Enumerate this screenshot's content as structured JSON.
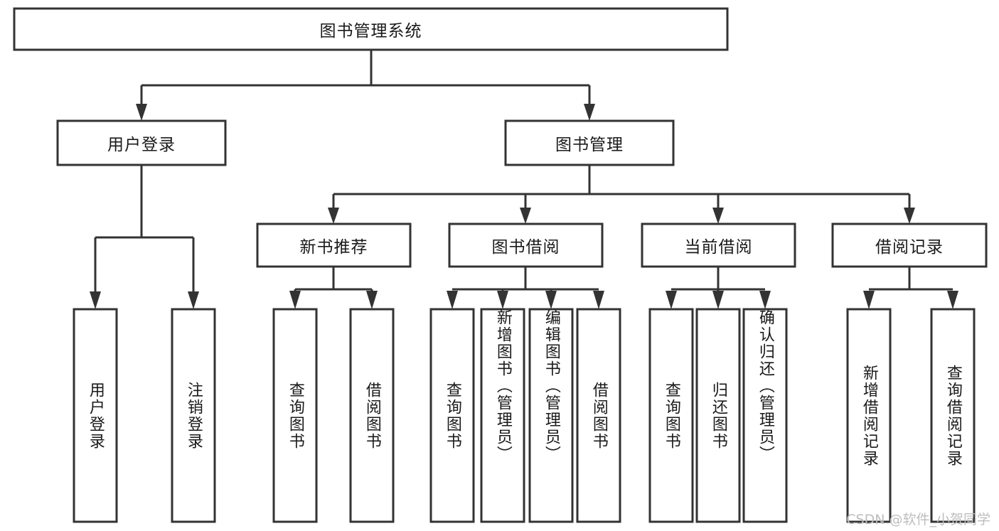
{
  "diagram": {
    "title": "图书管理系统",
    "watermark": "CSDN @软件_小贺同学",
    "colors": {
      "box_stroke": "#333333",
      "box_fill": "#ffffff",
      "text": "#1a1a1a",
      "line": "#333333",
      "watermark": "#bdbdbd",
      "background": "#ffffff"
    },
    "levels": {
      "level1": [
        "图书管理系统"
      ],
      "level2": [
        "用户登录",
        "图书管理"
      ],
      "level3": [
        "新书推荐",
        "图书借阅",
        "当前借阅",
        "借阅记录"
      ],
      "level4": [
        "用户登录",
        "注销登录",
        "查询图书",
        "借阅图书",
        "查询图书",
        "新增图书（管理员）",
        "编辑图书（管理员）",
        "借阅图书",
        "查询图书",
        "归还图书",
        "确认归还（管理员）",
        "新增借阅记录",
        "查询借阅记录"
      ]
    },
    "nodes": {
      "root": {
        "label": "图书管理系统"
      },
      "user_login": {
        "label": "用户登录"
      },
      "book_mgmt": {
        "label": "图书管理"
      },
      "new_book_rec": {
        "label": "新书推荐"
      },
      "book_borrow": {
        "label": "图书借阅"
      },
      "current_borrow": {
        "label": "当前借阅"
      },
      "borrow_record": {
        "label": "借阅记录"
      },
      "leaf_user_login": {
        "label": "用户登录"
      },
      "leaf_logout": {
        "label": "注销登录"
      },
      "leaf_query_book_1": {
        "label": "查询图书"
      },
      "leaf_borrow_book_1": {
        "label": "借阅图书"
      },
      "leaf_query_book_2": {
        "label": "查询图书"
      },
      "leaf_add_book": {
        "label": "新增图书（管理员）"
      },
      "leaf_edit_book": {
        "label": "编辑图书（管理员）"
      },
      "leaf_borrow_book_2": {
        "label": "借阅图书"
      },
      "leaf_query_book_3": {
        "label": "查询图书"
      },
      "leaf_return_book": {
        "label": "归还图书"
      },
      "leaf_confirm_return": {
        "label": "确认归还（管理员）"
      },
      "leaf_add_record": {
        "label": "新增借阅记录"
      },
      "leaf_query_record": {
        "label": "查询借阅记录"
      }
    },
    "edges": [
      {
        "from": "root",
        "to": "user_login"
      },
      {
        "from": "root",
        "to": "book_mgmt"
      },
      {
        "from": "user_login",
        "to": "leaf_user_login"
      },
      {
        "from": "user_login",
        "to": "leaf_logout"
      },
      {
        "from": "book_mgmt",
        "to": "new_book_rec"
      },
      {
        "from": "book_mgmt",
        "to": "book_borrow"
      },
      {
        "from": "book_mgmt",
        "to": "current_borrow"
      },
      {
        "from": "book_mgmt",
        "to": "borrow_record"
      },
      {
        "from": "new_book_rec",
        "to": "leaf_query_book_1"
      },
      {
        "from": "new_book_rec",
        "to": "leaf_borrow_book_1"
      },
      {
        "from": "book_borrow",
        "to": "leaf_query_book_2"
      },
      {
        "from": "book_borrow",
        "to": "leaf_add_book"
      },
      {
        "from": "book_borrow",
        "to": "leaf_edit_book"
      },
      {
        "from": "book_borrow",
        "to": "leaf_borrow_book_2"
      },
      {
        "from": "current_borrow",
        "to": "leaf_query_book_3"
      },
      {
        "from": "current_borrow",
        "to": "leaf_return_book"
      },
      {
        "from": "current_borrow",
        "to": "leaf_confirm_return"
      },
      {
        "from": "borrow_record",
        "to": "leaf_add_record"
      },
      {
        "from": "borrow_record",
        "to": "leaf_query_record"
      }
    ]
  }
}
